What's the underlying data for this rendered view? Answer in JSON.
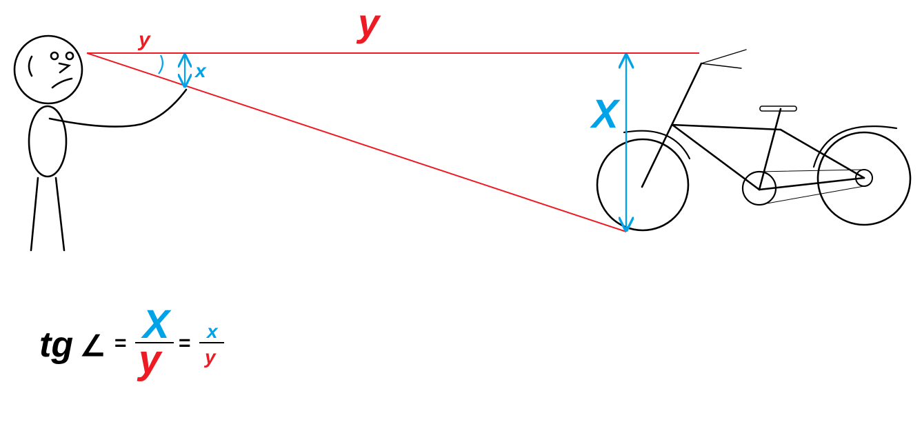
{
  "colors": {
    "red": "#ED1C24",
    "blue": "#00A2E8",
    "ink": "#000000"
  },
  "labels": {
    "near_y": "y",
    "far_y": "y",
    "near_x": "x",
    "far_x": "X"
  },
  "formula": {
    "tg": "tg",
    "angle_symbol": "∠",
    "eq1": "=",
    "big_num": "X",
    "big_den": "y",
    "eq2": "=",
    "small_num": "x",
    "small_den": "y"
  }
}
